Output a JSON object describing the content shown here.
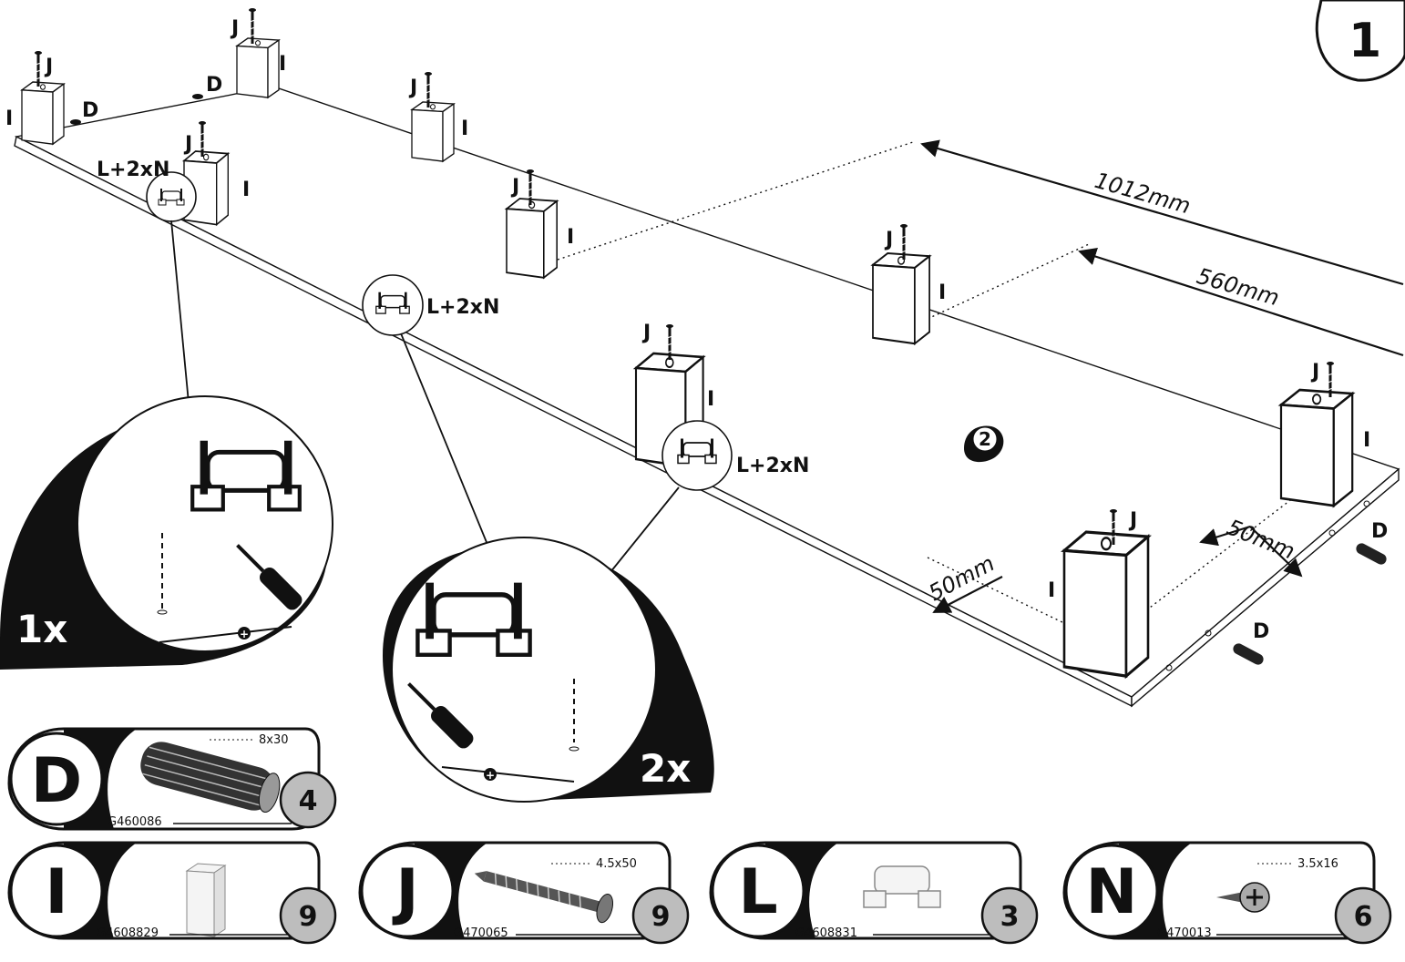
{
  "step_number": "1",
  "sub_step_number": "2",
  "dimensions": {
    "long": "1012mm",
    "medium": "560mm",
    "offset_front": "50mm",
    "offset_side": "50mm"
  },
  "part_labels": {
    "I": "I",
    "J": "J",
    "D": "D",
    "connector": "L+2xN"
  },
  "detail_callouts": [
    {
      "multiplier": "1x"
    },
    {
      "multiplier": "2x"
    }
  ],
  "parts": [
    {
      "letter": "D",
      "code": "G460086",
      "size": "8x30",
      "quantity": "4"
    },
    {
      "letter": "I",
      "code": "G4608829",
      "size": "",
      "quantity": "9"
    },
    {
      "letter": "J",
      "code": "G470065",
      "size": "4.5x50",
      "quantity": "9"
    },
    {
      "letter": "L",
      "code": "G4608831",
      "size": "",
      "quantity": "3"
    },
    {
      "letter": "N",
      "code": "G470013",
      "size": "3.5x16",
      "quantity": "6"
    }
  ]
}
